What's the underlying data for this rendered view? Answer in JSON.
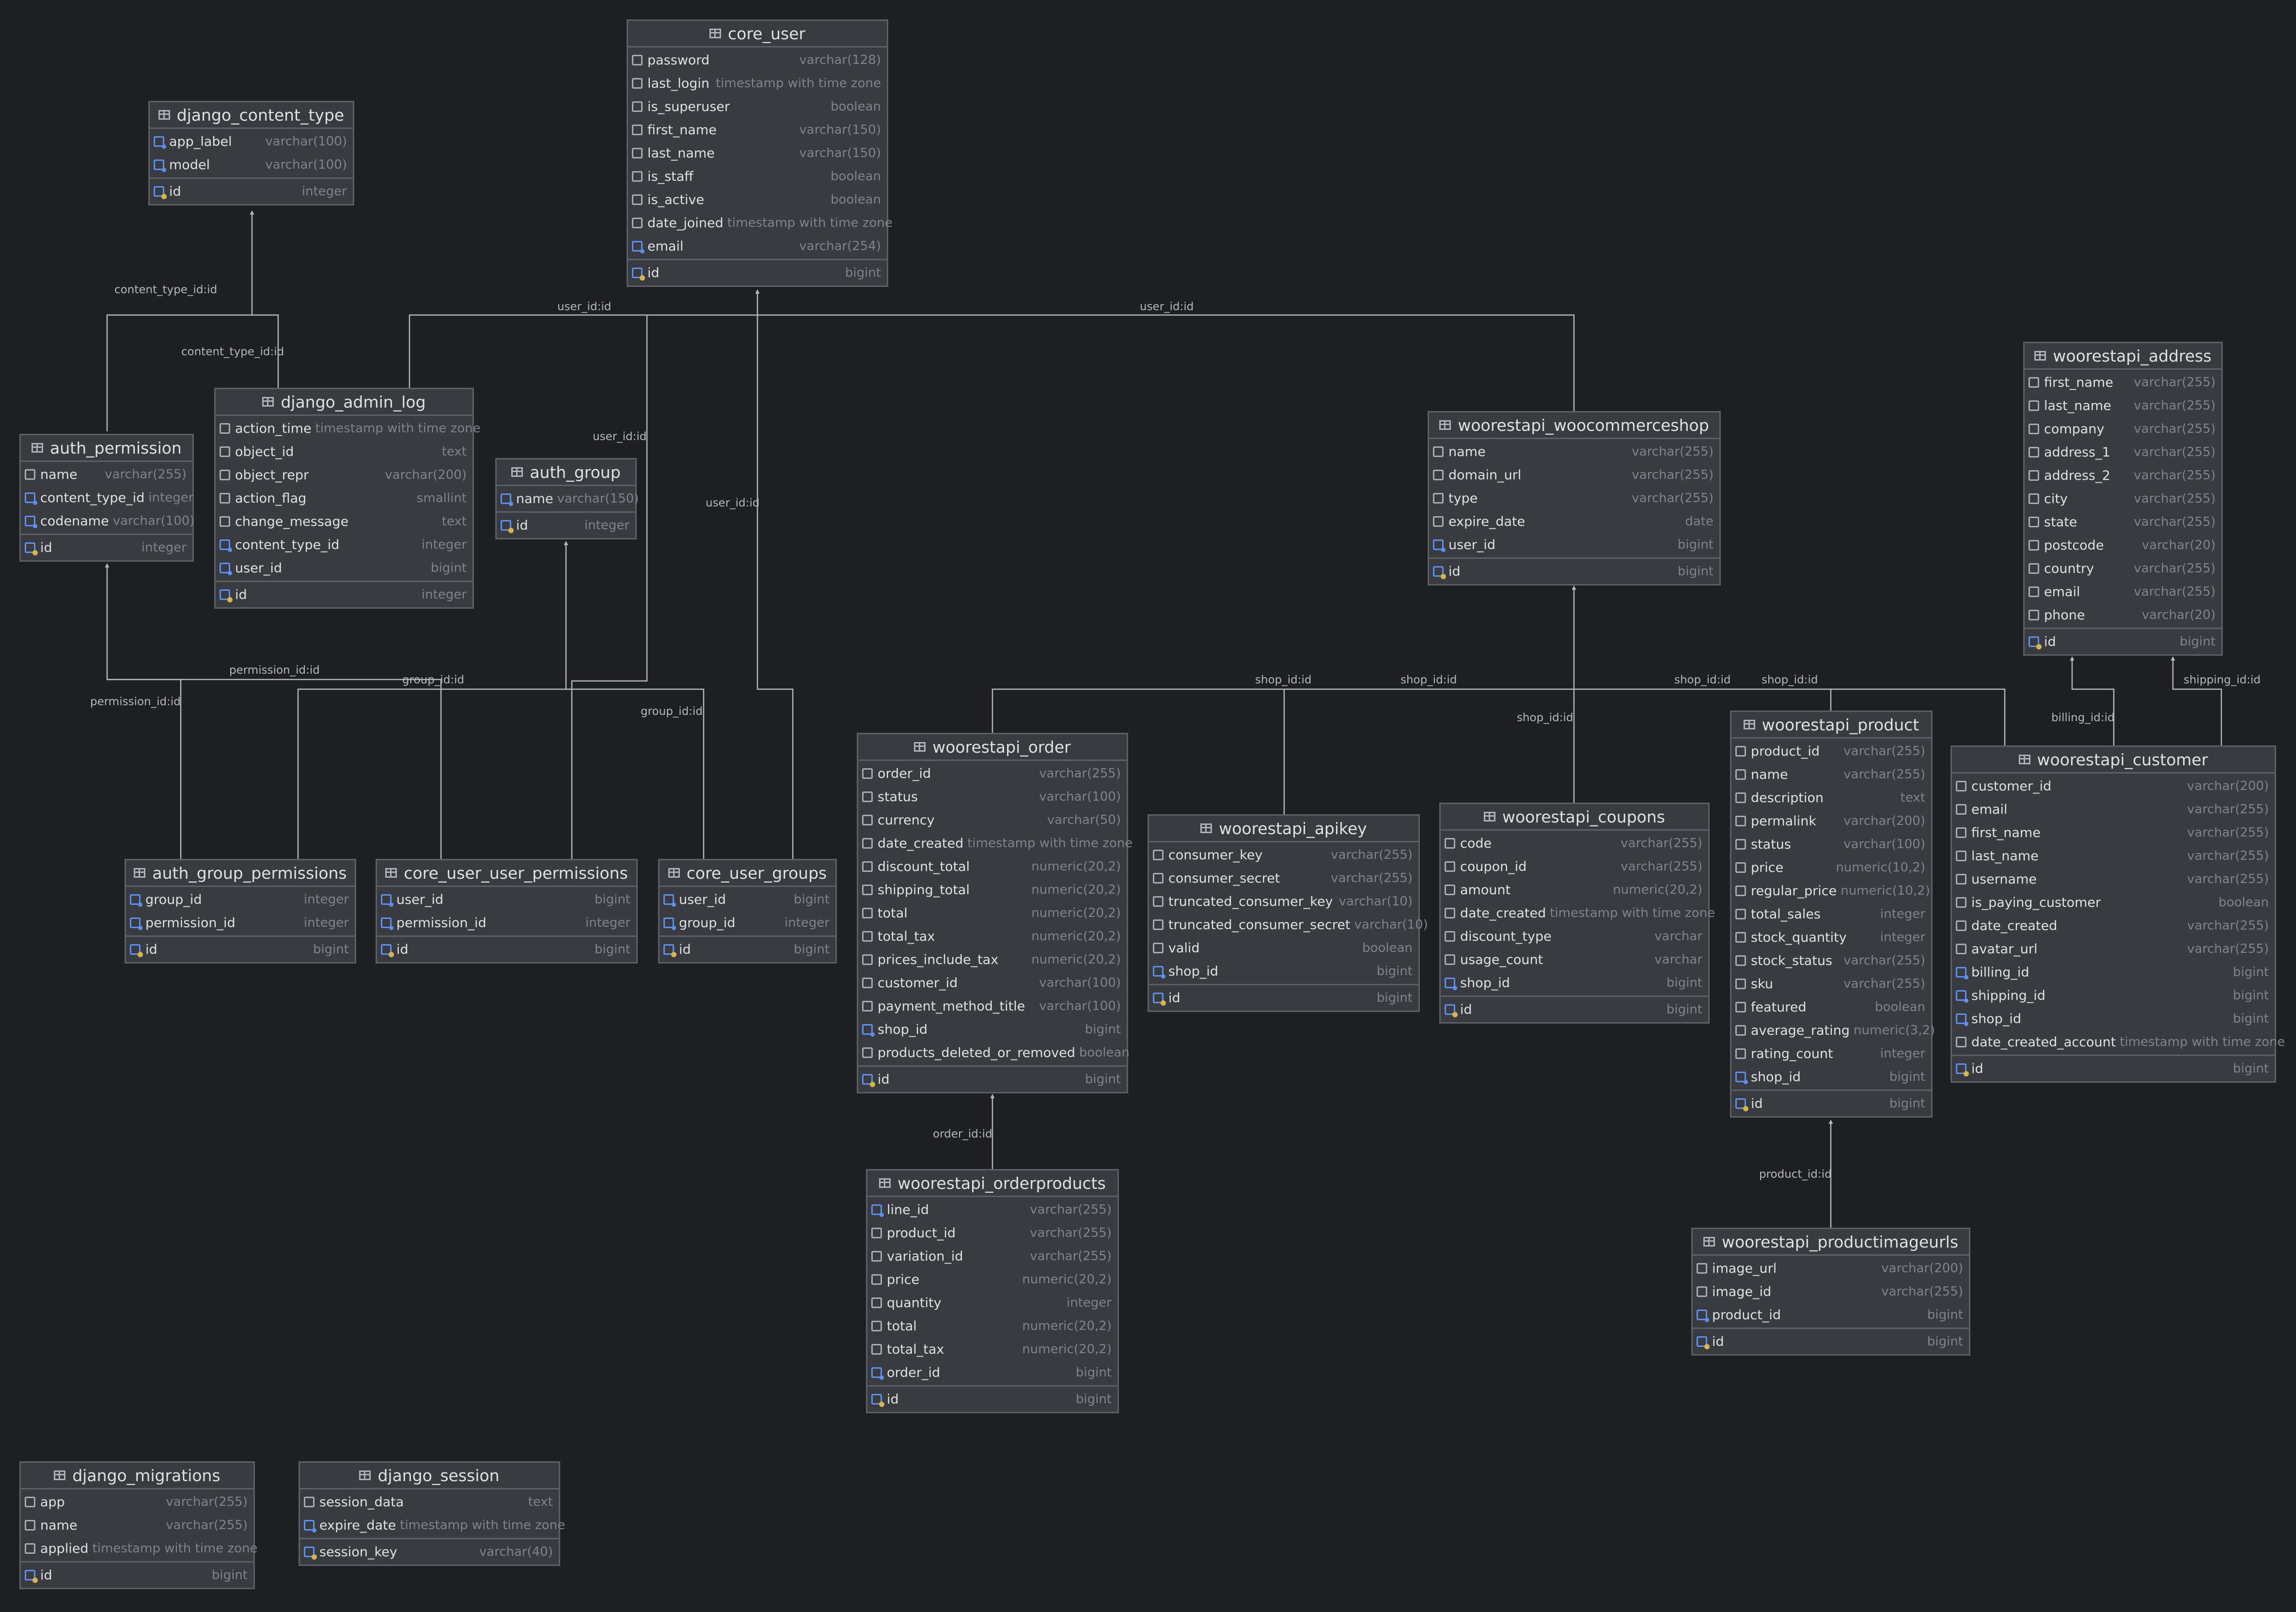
{
  "tables": {
    "core_user": {
      "title": "core_user",
      "columns": [
        {
          "name": "password",
          "type": "varchar(128)",
          "icon": "column-icon"
        },
        {
          "name": "last_login",
          "type": "timestamp with time zone",
          "icon": "column-icon"
        },
        {
          "name": "is_superuser",
          "type": "boolean",
          "icon": "column-icon"
        },
        {
          "name": "first_name",
          "type": "varchar(150)",
          "icon": "column-icon"
        },
        {
          "name": "last_name",
          "type": "varchar(150)",
          "icon": "column-icon"
        },
        {
          "name": "is_staff",
          "type": "boolean",
          "icon": "column-icon"
        },
        {
          "name": "is_active",
          "type": "boolean",
          "icon": "column-icon"
        },
        {
          "name": "date_joined",
          "type": "timestamp with time zone",
          "icon": "column-icon"
        },
        {
          "name": "email",
          "type": "varchar(254)",
          "icon": "foreign-key-icon"
        }
      ],
      "pk": {
        "name": "id",
        "type": "bigint",
        "icon": "primary-key-icon"
      }
    },
    "django_content_type": {
      "title": "django_content_type",
      "columns": [
        {
          "name": "app_label",
          "type": "varchar(100)",
          "icon": "foreign-key-icon"
        },
        {
          "name": "model",
          "type": "varchar(100)",
          "icon": "foreign-key-icon"
        }
      ],
      "pk": {
        "name": "id",
        "type": "integer",
        "icon": "primary-key-icon"
      }
    },
    "django_admin_log": {
      "title": "django_admin_log",
      "columns": [
        {
          "name": "action_time",
          "type": "timestamp with time zone",
          "icon": "column-icon"
        },
        {
          "name": "object_id",
          "type": "text",
          "icon": "column-icon"
        },
        {
          "name": "object_repr",
          "type": "varchar(200)",
          "icon": "column-icon"
        },
        {
          "name": "action_flag",
          "type": "smallint",
          "icon": "column-icon"
        },
        {
          "name": "change_message",
          "type": "text",
          "icon": "column-icon"
        },
        {
          "name": "content_type_id",
          "type": "integer",
          "icon": "foreign-key-icon"
        },
        {
          "name": "user_id",
          "type": "bigint",
          "icon": "foreign-key-icon"
        }
      ],
      "pk": {
        "name": "id",
        "type": "integer",
        "icon": "primary-key-icon"
      }
    },
    "auth_permission": {
      "title": "auth_permission",
      "columns": [
        {
          "name": "name",
          "type": "varchar(255)",
          "icon": "column-icon"
        },
        {
          "name": "content_type_id",
          "type": "integer",
          "icon": "foreign-key-icon"
        },
        {
          "name": "codename",
          "type": "varchar(100)",
          "icon": "foreign-key-icon"
        }
      ],
      "pk": {
        "name": "id",
        "type": "integer",
        "icon": "primary-key-icon"
      }
    },
    "auth_group": {
      "title": "auth_group",
      "columns": [
        {
          "name": "name",
          "type": "varchar(150)",
          "icon": "foreign-key-icon"
        }
      ],
      "pk": {
        "name": "id",
        "type": "integer",
        "icon": "primary-key-icon"
      }
    },
    "woocommerceshop": {
      "title": "woorestapi_woocommerceshop",
      "columns": [
        {
          "name": "name",
          "type": "varchar(255)",
          "icon": "column-icon"
        },
        {
          "name": "domain_url",
          "type": "varchar(255)",
          "icon": "column-icon"
        },
        {
          "name": "type",
          "type": "varchar(255)",
          "icon": "column-icon"
        },
        {
          "name": "expire_date",
          "type": "date",
          "icon": "column-icon"
        },
        {
          "name": "user_id",
          "type": "bigint",
          "icon": "foreign-key-icon"
        }
      ],
      "pk": {
        "name": "id",
        "type": "bigint",
        "icon": "primary-key-icon"
      }
    },
    "address": {
      "title": "woorestapi_address",
      "columns": [
        {
          "name": "first_name",
          "type": "varchar(255)",
          "icon": "column-icon"
        },
        {
          "name": "last_name",
          "type": "varchar(255)",
          "icon": "column-icon"
        },
        {
          "name": "company",
          "type": "varchar(255)",
          "icon": "column-icon"
        },
        {
          "name": "address_1",
          "type": "varchar(255)",
          "icon": "column-icon"
        },
        {
          "name": "address_2",
          "type": "varchar(255)",
          "icon": "column-icon"
        },
        {
          "name": "city",
          "type": "varchar(255)",
          "icon": "column-icon"
        },
        {
          "name": "state",
          "type": "varchar(255)",
          "icon": "column-icon"
        },
        {
          "name": "postcode",
          "type": "varchar(20)",
          "icon": "column-icon"
        },
        {
          "name": "country",
          "type": "varchar(255)",
          "icon": "column-icon"
        },
        {
          "name": "email",
          "type": "varchar(255)",
          "icon": "column-icon"
        },
        {
          "name": "phone",
          "type": "varchar(20)",
          "icon": "column-icon"
        }
      ],
      "pk": {
        "name": "id",
        "type": "bigint",
        "icon": "primary-key-icon"
      }
    },
    "order": {
      "title": "woorestapi_order",
      "columns": [
        {
          "name": "order_id",
          "type": "varchar(255)",
          "icon": "column-icon"
        },
        {
          "name": "status",
          "type": "varchar(100)",
          "icon": "column-icon"
        },
        {
          "name": "currency",
          "type": "varchar(50)",
          "icon": "column-icon"
        },
        {
          "name": "date_created",
          "type": "timestamp with time zone",
          "icon": "column-icon"
        },
        {
          "name": "discount_total",
          "type": "numeric(20,2)",
          "icon": "column-icon"
        },
        {
          "name": "shipping_total",
          "type": "numeric(20,2)",
          "icon": "column-icon"
        },
        {
          "name": "total",
          "type": "numeric(20,2)",
          "icon": "column-icon"
        },
        {
          "name": "total_tax",
          "type": "numeric(20,2)",
          "icon": "column-icon"
        },
        {
          "name": "prices_include_tax",
          "type": "numeric(20,2)",
          "icon": "column-icon"
        },
        {
          "name": "customer_id",
          "type": "varchar(100)",
          "icon": "column-icon"
        },
        {
          "name": "payment_method_title",
          "type": "varchar(100)",
          "icon": "column-icon"
        },
        {
          "name": "shop_id",
          "type": "bigint",
          "icon": "foreign-key-icon"
        },
        {
          "name": "products_deleted_or_removed",
          "type": "boolean",
          "icon": "column-icon"
        }
      ],
      "pk": {
        "name": "id",
        "type": "bigint",
        "icon": "primary-key-icon"
      }
    },
    "apikey": {
      "title": "woorestapi_apikey",
      "columns": [
        {
          "name": "consumer_key",
          "type": "varchar(255)",
          "icon": "column-icon"
        },
        {
          "name": "consumer_secret",
          "type": "varchar(255)",
          "icon": "column-icon"
        },
        {
          "name": "truncated_consumer_key",
          "type": "varchar(10)",
          "icon": "column-icon"
        },
        {
          "name": "truncated_consumer_secret",
          "type": "varchar(10)",
          "icon": "column-icon"
        },
        {
          "name": "valid",
          "type": "boolean",
          "icon": "column-icon"
        },
        {
          "name": "shop_id",
          "type": "bigint",
          "icon": "foreign-key-icon"
        }
      ],
      "pk": {
        "name": "id",
        "type": "bigint",
        "icon": "primary-key-icon"
      }
    },
    "coupons": {
      "title": "woorestapi_coupons",
      "columns": [
        {
          "name": "code",
          "type": "varchar(255)",
          "icon": "column-icon"
        },
        {
          "name": "coupon_id",
          "type": "varchar(255)",
          "icon": "column-icon"
        },
        {
          "name": "amount",
          "type": "numeric(20,2)",
          "icon": "column-icon"
        },
        {
          "name": "date_created",
          "type": "timestamp with time zone",
          "icon": "column-icon"
        },
        {
          "name": "discount_type",
          "type": "varchar",
          "icon": "column-icon"
        },
        {
          "name": "usage_count",
          "type": "varchar",
          "icon": "column-icon"
        },
        {
          "name": "shop_id",
          "type": "bigint",
          "icon": "foreign-key-icon"
        }
      ],
      "pk": {
        "name": "id",
        "type": "bigint",
        "icon": "primary-key-icon"
      }
    },
    "product": {
      "title": "woorestapi_product",
      "columns": [
        {
          "name": "product_id",
          "type": "varchar(255)",
          "icon": "column-icon"
        },
        {
          "name": "name",
          "type": "varchar(255)",
          "icon": "column-icon"
        },
        {
          "name": "description",
          "type": "text",
          "icon": "column-icon"
        },
        {
          "name": "permalink",
          "type": "varchar(200)",
          "icon": "column-icon"
        },
        {
          "name": "status",
          "type": "varchar(100)",
          "icon": "column-icon"
        },
        {
          "name": "price",
          "type": "numeric(10,2)",
          "icon": "column-icon"
        },
        {
          "name": "regular_price",
          "type": "numeric(10,2)",
          "icon": "column-icon"
        },
        {
          "name": "total_sales",
          "type": "integer",
          "icon": "column-icon"
        },
        {
          "name": "stock_quantity",
          "type": "integer",
          "icon": "column-icon"
        },
        {
          "name": "stock_status",
          "type": "varchar(255)",
          "icon": "column-icon"
        },
        {
          "name": "sku",
          "type": "varchar(255)",
          "icon": "column-icon"
        },
        {
          "name": "featured",
          "type": "boolean",
          "icon": "column-icon"
        },
        {
          "name": "average_rating",
          "type": "numeric(3,2)",
          "icon": "column-icon"
        },
        {
          "name": "rating_count",
          "type": "integer",
          "icon": "column-icon"
        },
        {
          "name": "shop_id",
          "type": "bigint",
          "icon": "foreign-key-icon"
        }
      ],
      "pk": {
        "name": "id",
        "type": "bigint",
        "icon": "primary-key-icon"
      }
    },
    "customer": {
      "title": "woorestapi_customer",
      "columns": [
        {
          "name": "customer_id",
          "type": "varchar(200)",
          "icon": "column-icon"
        },
        {
          "name": "email",
          "type": "varchar(255)",
          "icon": "column-icon"
        },
        {
          "name": "first_name",
          "type": "varchar(255)",
          "icon": "column-icon"
        },
        {
          "name": "last_name",
          "type": "varchar(255)",
          "icon": "column-icon"
        },
        {
          "name": "username",
          "type": "varchar(255)",
          "icon": "column-icon"
        },
        {
          "name": "is_paying_customer",
          "type": "boolean",
          "icon": "column-icon"
        },
        {
          "name": "date_created",
          "type": "varchar(255)",
          "icon": "column-icon"
        },
        {
          "name": "avatar_url",
          "type": "varchar(255)",
          "icon": "column-icon"
        },
        {
          "name": "billing_id",
          "type": "bigint",
          "icon": "foreign-key-icon"
        },
        {
          "name": "shipping_id",
          "type": "bigint",
          "icon": "foreign-key-icon"
        },
        {
          "name": "shop_id",
          "type": "bigint",
          "icon": "foreign-key-icon"
        },
        {
          "name": "date_created_account",
          "type": "timestamp with time zone",
          "icon": "column-icon"
        }
      ],
      "pk": {
        "name": "id",
        "type": "bigint",
        "icon": "primary-key-icon"
      }
    },
    "auth_group_permissions": {
      "title": "auth_group_permissions",
      "columns": [
        {
          "name": "group_id",
          "type": "integer",
          "icon": "foreign-key-icon"
        },
        {
          "name": "permission_id",
          "type": "integer",
          "icon": "foreign-key-icon"
        }
      ],
      "pk": {
        "name": "id",
        "type": "bigint",
        "icon": "primary-key-icon"
      }
    },
    "core_user_user_permissions": {
      "title": "core_user_user_permissions",
      "columns": [
        {
          "name": "user_id",
          "type": "bigint",
          "icon": "foreign-key-icon"
        },
        {
          "name": "permission_id",
          "type": "integer",
          "icon": "foreign-key-icon"
        }
      ],
      "pk": {
        "name": "id",
        "type": "bigint",
        "icon": "primary-key-icon"
      }
    },
    "core_user_groups": {
      "title": "core_user_groups",
      "columns": [
        {
          "name": "user_id",
          "type": "bigint",
          "icon": "foreign-key-icon"
        },
        {
          "name": "group_id",
          "type": "integer",
          "icon": "foreign-key-icon"
        }
      ],
      "pk": {
        "name": "id",
        "type": "bigint",
        "icon": "primary-key-icon"
      }
    },
    "orderproducts": {
      "title": "woorestapi_orderproducts",
      "columns": [
        {
          "name": "line_id",
          "type": "varchar(255)",
          "icon": "foreign-key-icon"
        },
        {
          "name": "product_id",
          "type": "varchar(255)",
          "icon": "column-icon"
        },
        {
          "name": "variation_id",
          "type": "varchar(255)",
          "icon": "column-icon"
        },
        {
          "name": "price",
          "type": "numeric(20,2)",
          "icon": "column-icon"
        },
        {
          "name": "quantity",
          "type": "integer",
          "icon": "column-icon"
        },
        {
          "name": "total",
          "type": "numeric(20,2)",
          "icon": "column-icon"
        },
        {
          "name": "total_tax",
          "type": "numeric(20,2)",
          "icon": "column-icon"
        },
        {
          "name": "order_id",
          "type": "bigint",
          "icon": "foreign-key-icon"
        }
      ],
      "pk": {
        "name": "id",
        "type": "bigint",
        "icon": "primary-key-icon"
      }
    },
    "productimageurls": {
      "title": "woorestapi_productimageurls",
      "columns": [
        {
          "name": "image_url",
          "type": "varchar(200)",
          "icon": "column-icon"
        },
        {
          "name": "image_id",
          "type": "varchar(255)",
          "icon": "column-icon"
        },
        {
          "name": "product_id",
          "type": "bigint",
          "icon": "foreign-key-icon"
        }
      ],
      "pk": {
        "name": "id",
        "type": "bigint",
        "icon": "primary-key-icon"
      }
    },
    "django_migrations": {
      "title": "django_migrations",
      "columns": [
        {
          "name": "app",
          "type": "varchar(255)",
          "icon": "column-icon"
        },
        {
          "name": "name",
          "type": "varchar(255)",
          "icon": "column-icon"
        },
        {
          "name": "applied",
          "type": "timestamp with time zone",
          "icon": "column-icon"
        }
      ],
      "pk": {
        "name": "id",
        "type": "bigint",
        "icon": "primary-key-icon"
      }
    },
    "django_session": {
      "title": "django_session",
      "columns": [
        {
          "name": "session_data",
          "type": "text",
          "icon": "column-icon"
        },
        {
          "name": "expire_date",
          "type": "timestamp with time zone",
          "icon": "foreign-key-icon"
        }
      ],
      "pk": {
        "name": "session_key",
        "type": "varchar(40)",
        "icon": "primary-key-icon"
      }
    }
  },
  "edge_labels": {
    "content_type_1": "content_type_id:id",
    "content_type_2": "content_type_id:id",
    "user_1": "user_id:id",
    "user_2": "user_id:id",
    "user_3": "user_id:id",
    "user_4": "user_id:id",
    "permission_1": "permission_id:id",
    "permission_2": "permission_id:id",
    "group_1": "group_id:id",
    "group_2": "group_id:id",
    "shop_1": "shop_id:id",
    "shop_2": "shop_id:id",
    "shop_3": "shop_id:id",
    "shop_4": "shop_id:id",
    "shop_5": "shop_id:id",
    "billing": "billing_id:id",
    "shipping": "shipping_id:id",
    "order": "order_id:id",
    "product": "product_id:id"
  },
  "colors": {
    "background": "#1e1f22",
    "table": "#393b40",
    "border": "#5c5f66",
    "edge": "#b4b7bd",
    "foreign_key": "#5d8ff2",
    "primary_key": "#d9b44a"
  }
}
